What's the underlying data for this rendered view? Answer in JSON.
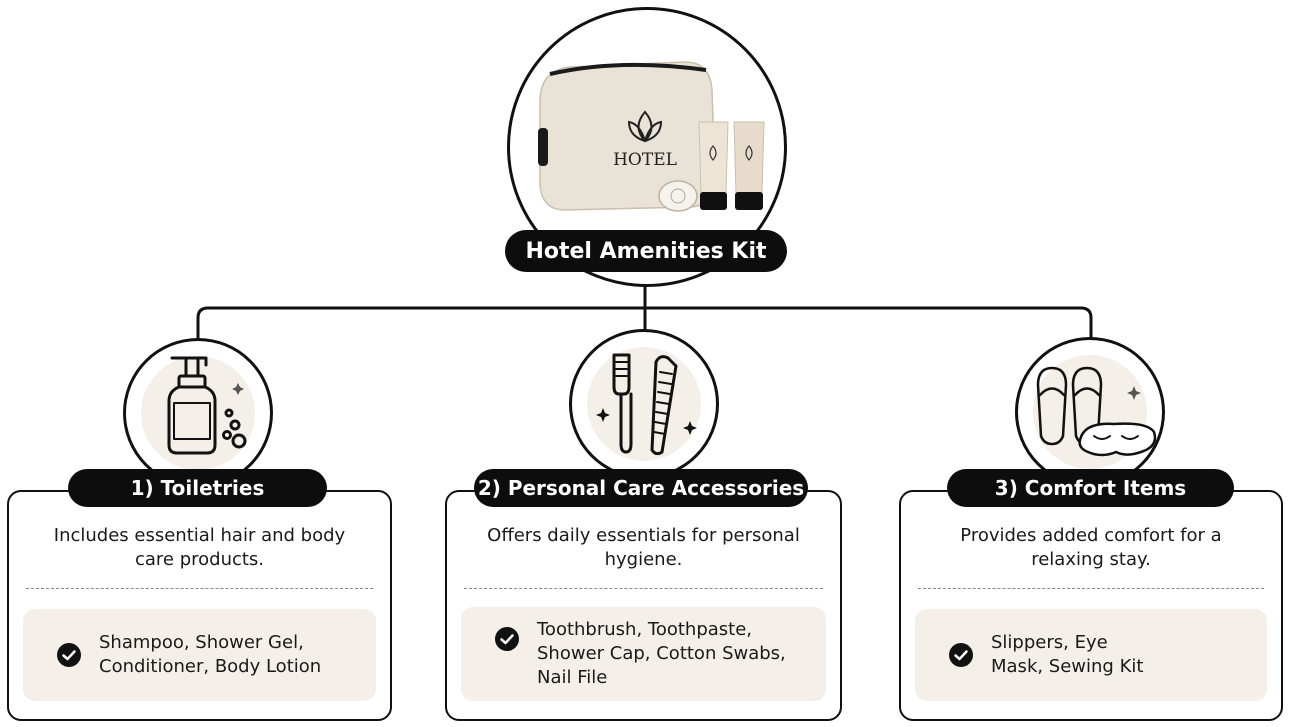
{
  "title": "Hotel Amenities Kit",
  "kit_logo_text": "HOTEL",
  "categories": [
    {
      "heading": "1) Toiletries",
      "description": "Includes essential hair and body care products.",
      "items": "Shampoo, Shower Gel, Conditioner, Body Lotion",
      "icon": "pump-bottle-icon"
    },
    {
      "heading": "2) Personal Care Accessories",
      "description": "Offers daily essentials for personal hygiene.",
      "items": "Toothbrush, Toothpaste, Shower Cap, Cotton Swabs, Nail File",
      "icon": "toothbrush-comb-icon"
    },
    {
      "heading": "3) Comfort Items",
      "description": "Provides added comfort for a relaxing stay.",
      "items": "Slippers, Eye Mask, Sewing Kit",
      "icon": "slippers-eye-mask-icon"
    }
  ],
  "colors": {
    "pill": "#0d0d0d",
    "panel": "#f4efe8",
    "border": "#111111",
    "canvas": "#e9e2d6"
  }
}
